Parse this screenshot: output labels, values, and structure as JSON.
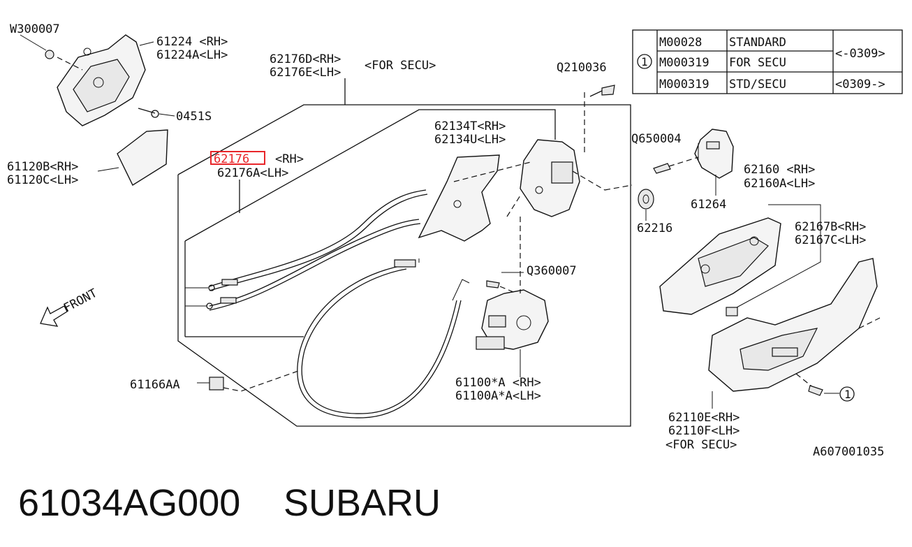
{
  "labels": {
    "w300007": "W300007",
    "p61224_rh": "61224 <RH>",
    "p61224a_lh": "61224A<LH>",
    "p62176d_rh": "62176D<RH>",
    "p62176e_lh": "62176E<LH>",
    "for_secu_top": "<FOR SECU>",
    "q210036": "Q210036",
    "p0451s": "0451S",
    "p61120b_rh": "61120B<RH>",
    "p61120c_lh": "61120C<LH>",
    "p62176_highlight": "62176",
    "p62176_rh": "<RH>",
    "p62176a_lh": "62176A<LH>",
    "p62134t_rh": "62134T<RH>",
    "p62134u_lh": "62134U<LH>",
    "q650004": "Q650004",
    "p61264": "61264",
    "p62216": "62216",
    "p62160_rh": "62160 <RH>",
    "p62160a_lh": "62160A<LH>",
    "p62167b_rh": "62167B<RH>",
    "p62167c_lh": "62167C<LH>",
    "q360007": "Q360007",
    "front": "FRONT",
    "p61166aa": "61166AA",
    "p61100a_rh": "61100*A <RH>",
    "p61100aa_lh": "61100A*A<LH>",
    "p62110e_rh": "62110E<RH>",
    "p62110f_lh": "62110F<LH>",
    "for_secu_bottom": "<FOR SECU>",
    "circle_ref": "1",
    "drawing_id": "A607001035"
  },
  "ref_table": {
    "circle": "1",
    "rows": [
      {
        "code": "M00028",
        "desc": "STANDARD"
      },
      {
        "code": "M000319",
        "desc": "FOR SECU"
      },
      {
        "code": "M000319",
        "desc": "STD/SECU"
      }
    ],
    "range_1": "<-0309>",
    "range_2": "<0309->"
  },
  "footer": {
    "part_number": "61034AG000",
    "brand": "SUBARU"
  },
  "colors": {
    "highlight": "#e8262a",
    "ink": "#111111"
  }
}
